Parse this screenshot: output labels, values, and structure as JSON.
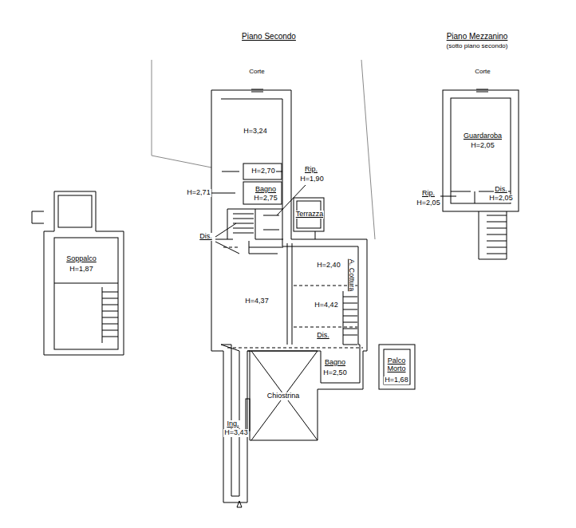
{
  "diagram": {
    "labels": [
      "Piano Secondo",
      "Piano Mezzanino",
      "(sotto piano secondo)",
      "Corte",
      "Corte",
      "H=3,24",
      "Guardaroba",
      "H=2,05",
      "H=2,70",
      "Rip.",
      "H=1,90",
      "H=2,71",
      "Bagno",
      "H=2,75",
      "Rip.",
      "H=2,05",
      "Dis.",
      "H=2,05",
      "Terrazza",
      "Dis.",
      "Soppalco",
      "H=1,87",
      "H=2,40",
      "A. Cottura",
      "H=4,37",
      "H=4,42",
      "Dis.",
      "Bagno",
      "H=2,50",
      "Palco Morto",
      "H=1,68",
      "Chiostrina",
      "Ing.",
      "H=3,43"
    ]
  }
}
